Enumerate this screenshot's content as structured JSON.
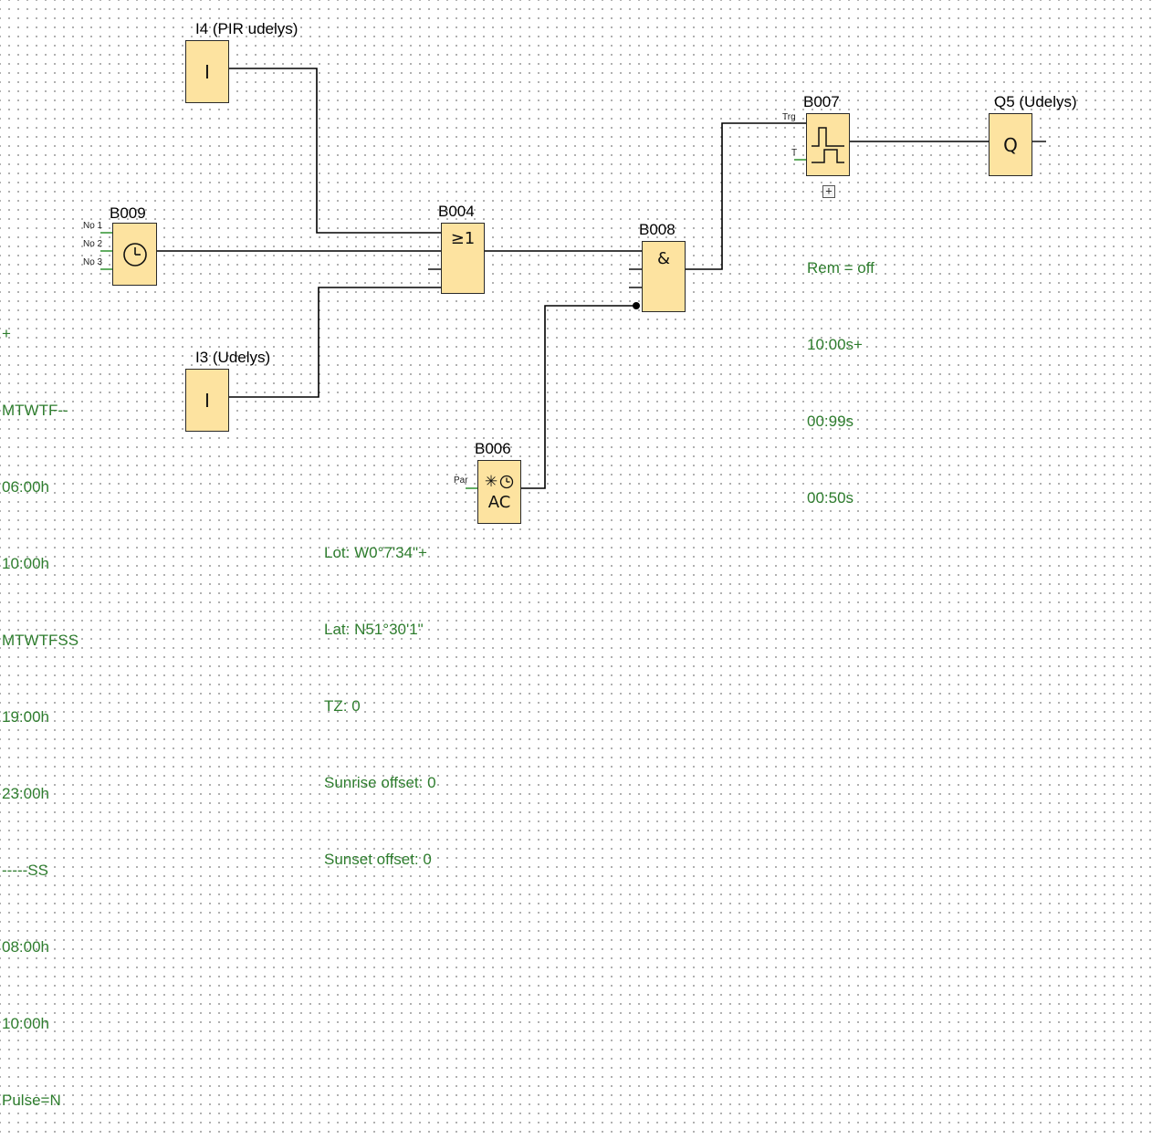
{
  "blocks": {
    "i4": {
      "label": "I4 (PIR udelys)",
      "symbol": "I"
    },
    "i3": {
      "label": "I3 (Udelys)",
      "symbol": "I"
    },
    "b009": {
      "label": "B009",
      "pins": [
        "No 1",
        "No 2",
        "No 3"
      ]
    },
    "b004": {
      "label": "B004",
      "symbol": "≥1"
    },
    "b008": {
      "label": "B008",
      "symbol": "&"
    },
    "b006": {
      "label": "B006",
      "pin": "Par",
      "symbol": "AC"
    },
    "b007": {
      "label": "B007",
      "pin_trg": "Trg",
      "pin_t": "T",
      "expand": "+"
    },
    "q5": {
      "label": "Q5 (Udelys)",
      "symbol": "Q"
    }
  },
  "params": {
    "b009": [
      "+",
      "MTWTF--",
      "06:00h",
      "10:00h",
      "MTWTFSS",
      "19:00h",
      "23:00h",
      "-----SS",
      "08:00h",
      "10:00h",
      "Pulse=N"
    ],
    "b006": [
      "Lot: W0°7'34\"+",
      "Lat: N51°30'1\"",
      "TZ: 0",
      "Sunrise offset: 0",
      "Sunset offset: 0"
    ],
    "b007": [
      "Rem = off",
      "10:00s+",
      "00:99s",
      "00:50s"
    ]
  },
  "colors": {
    "block_fill": "#fde3a0",
    "param_text": "#2e7d2e",
    "wire": "#000000"
  }
}
